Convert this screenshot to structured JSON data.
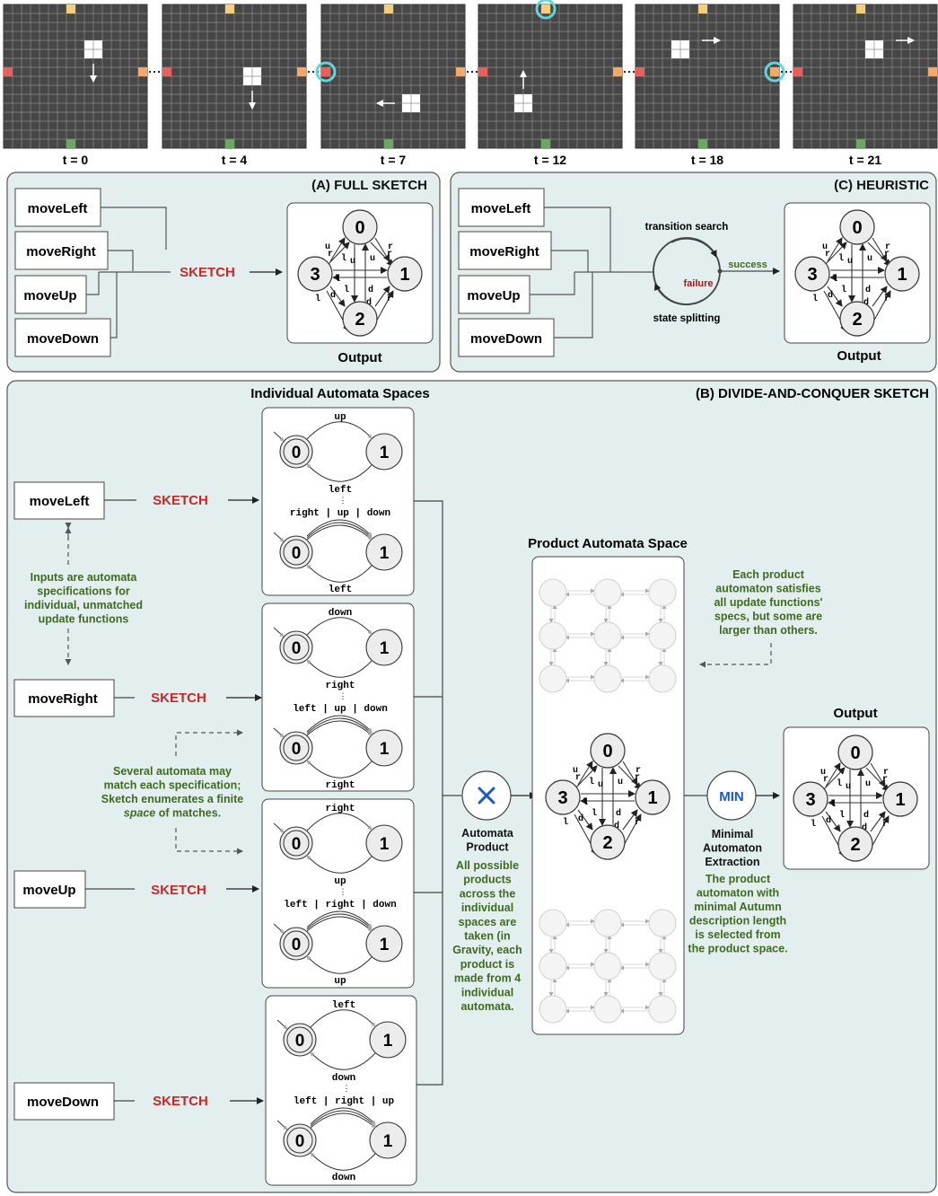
{
  "frames": [
    {
      "label": "t = 0",
      "block": "center",
      "arrow": "down"
    },
    {
      "label": "t = 4",
      "block": "lower",
      "arrow": "down"
    },
    {
      "label": "t = 7",
      "block": "bottom-right",
      "arrow": "left",
      "ring": "left"
    },
    {
      "label": "t = 12",
      "block": "bottom-left",
      "arrow": "up",
      "ring": "top"
    },
    {
      "label": "t = 18",
      "block": "upper-left",
      "arrow": "right",
      "ring": "right"
    },
    {
      "label": "t = 21",
      "block": "upper-center",
      "arrow": "right"
    }
  ],
  "panel_a": {
    "title": "(A) FULL SKETCH",
    "sketch": "SKETCH",
    "output": "Output"
  },
  "panel_c": {
    "title": "(C) HEURISTIC",
    "transition_search": "transition search",
    "state_splitting": "state splitting",
    "failure": "failure",
    "success": "success",
    "output": "Output"
  },
  "functions": [
    "moveLeft",
    "moveRight",
    "moveUp",
    "moveDown"
  ],
  "panel_b": {
    "title": "(B) DIVIDE-AND-CONQUER SKETCH",
    "individual_title": "Individual Automata Spaces",
    "product_title": "Product Automata Space",
    "output_title": "Output",
    "sketch": "SKETCH",
    "note_inputs": [
      "Inputs are automata",
      "specifications for",
      "individual, unmatched",
      "update functions"
    ],
    "note_several": [
      "Several automata may",
      "match each specification;",
      "Sketch enumerates a finite",
      "space of matches."
    ],
    "note_product_space": [
      "Each product",
      "automaton satisfies",
      "all update functions'",
      "specs, but some are",
      "larger than others."
    ],
    "product_label": [
      "Automata",
      "Product"
    ],
    "product_note": [
      "All possible",
      "products",
      "across the",
      "individual",
      "spaces are",
      "taken (in",
      "Gravity, each",
      "product is",
      "made from 4",
      "individual",
      "automata."
    ],
    "min_label": "MIN",
    "min_caption": [
      "Minimal",
      "Automaton",
      "Extraction"
    ],
    "min_note": [
      "The product",
      "automaton with",
      "minimal Autumn",
      "description length",
      "is selected from",
      "the product space."
    ],
    "dots": "⋮",
    "spaces": [
      {
        "top": "up",
        "bottom": "left",
        "multi_top": "right | up | down",
        "multi_bottom": "left"
      },
      {
        "top": "down",
        "bottom": "right",
        "multi_top": "left | up | down",
        "multi_bottom": "right"
      },
      {
        "top": "right",
        "bottom": "up",
        "multi_top": "left | right | down",
        "multi_bottom": "up"
      },
      {
        "top": "left",
        "bottom": "down",
        "multi_top": "left | right | up",
        "multi_bottom": "down"
      }
    ]
  },
  "automaton": {
    "states": [
      "0",
      "1",
      "2",
      "3"
    ],
    "edge_labels": [
      "u",
      "r",
      "l",
      "u",
      "u",
      "r",
      "r",
      "l",
      "l",
      "d",
      "d",
      "r",
      "l",
      "d"
    ]
  },
  "colors": {
    "panel_bg": "#e3efee",
    "panel_border": "#555555",
    "sketch_red": "#c62828",
    "note_green": "#3d6b20",
    "min_blue": "#1e56c8",
    "state_fill": "#ececec",
    "grid_dark": "#474747",
    "ring_cyan": "#63d4dc"
  }
}
